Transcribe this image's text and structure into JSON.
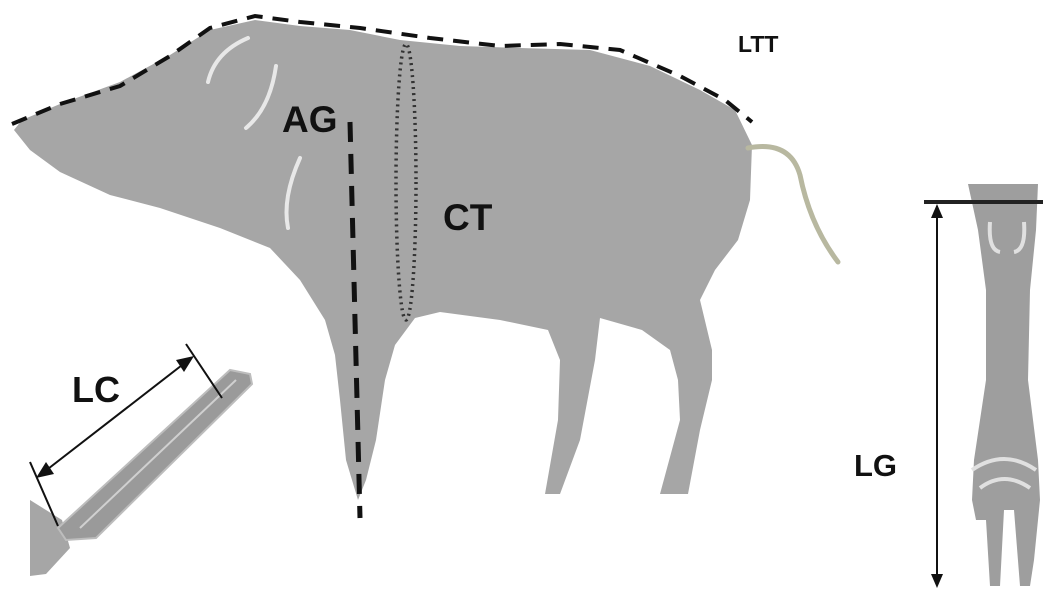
{
  "labels": {
    "total_length": "LTT",
    "shoulder_height": "AG",
    "chest_girth": "CT",
    "tusk_length": "LC",
    "leg_length": "LG"
  },
  "colors": {
    "body": "#a6a6a6",
    "foot": "#9e9e9e",
    "ink": "#111111",
    "highlight": "#e8e8e8",
    "background": "#ffffff"
  }
}
